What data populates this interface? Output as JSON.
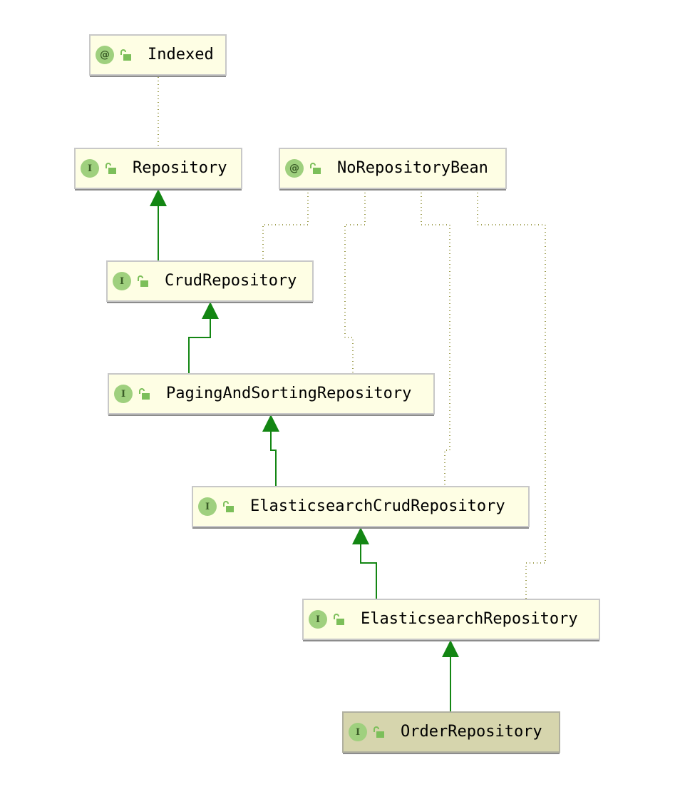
{
  "diagram": {
    "nodes": [
      {
        "id": "Indexed",
        "kind": "annotation",
        "badge": "@",
        "label": "Indexed"
      },
      {
        "id": "Repository",
        "kind": "interface",
        "badge": "I",
        "label": "Repository"
      },
      {
        "id": "NoRepositoryBean",
        "kind": "annotation",
        "badge": "@",
        "label": "NoRepositoryBean"
      },
      {
        "id": "CrudRepository",
        "kind": "interface",
        "badge": "I",
        "label": "CrudRepository"
      },
      {
        "id": "PagingAndSortingRepository",
        "kind": "interface",
        "badge": "I",
        "label": "PagingAndSortingRepository"
      },
      {
        "id": "ElasticsearchCrudRepository",
        "kind": "interface",
        "badge": "I",
        "label": "ElasticsearchCrudRepository"
      },
      {
        "id": "ElasticsearchRepository",
        "kind": "interface",
        "badge": "I",
        "label": "ElasticsearchRepository"
      },
      {
        "id": "OrderRepository",
        "kind": "interface",
        "badge": "I",
        "label": "OrderRepository",
        "selected": true
      }
    ],
    "edges": [
      {
        "from": "Repository",
        "to": "Indexed",
        "type": "annotated"
      },
      {
        "from": "CrudRepository",
        "to": "Repository",
        "type": "extends"
      },
      {
        "from": "CrudRepository",
        "to": "NoRepositoryBean",
        "type": "annotated"
      },
      {
        "from": "PagingAndSortingRepository",
        "to": "CrudRepository",
        "type": "extends"
      },
      {
        "from": "PagingAndSortingRepository",
        "to": "NoRepositoryBean",
        "type": "annotated"
      },
      {
        "from": "ElasticsearchCrudRepository",
        "to": "PagingAndSortingRepository",
        "type": "extends"
      },
      {
        "from": "ElasticsearchCrudRepository",
        "to": "NoRepositoryBean",
        "type": "annotated"
      },
      {
        "from": "ElasticsearchRepository",
        "to": "ElasticsearchCrudRepository",
        "type": "extends"
      },
      {
        "from": "ElasticsearchRepository",
        "to": "NoRepositoryBean",
        "type": "annotated"
      },
      {
        "from": "OrderRepository",
        "to": "ElasticsearchRepository",
        "type": "extends"
      }
    ],
    "colors": {
      "node_fill": "#fefee4",
      "selected_fill": "#d6d5ad",
      "badge": "#9fd07e",
      "lock": "#7cbf5a",
      "extends_edge": "#138613",
      "annotation_edge": "#9e9e50"
    }
  }
}
